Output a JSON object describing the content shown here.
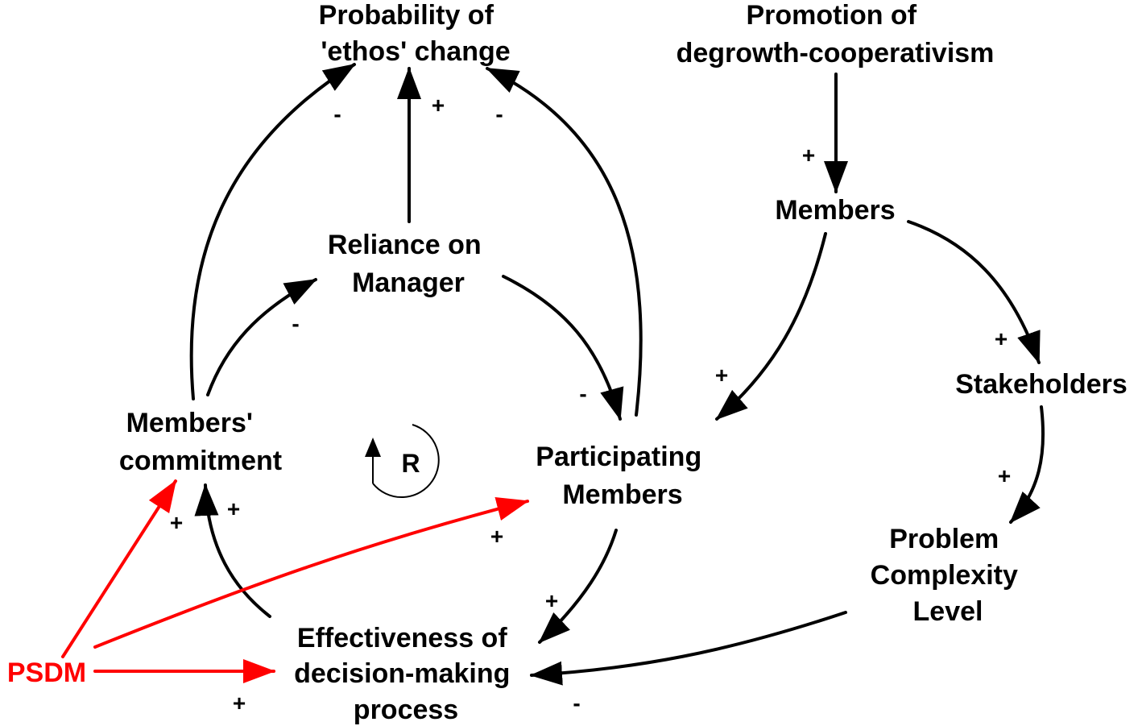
{
  "nodes": {
    "probability": {
      "line1": "Probability of",
      "line2": "'ethos' change"
    },
    "promotion": {
      "line1": "Promotion of",
      "line2": "degrowth-cooperativism"
    },
    "members": {
      "line1": "Members"
    },
    "reliance": {
      "line1": "Reliance on",
      "line2": "Manager"
    },
    "commitment": {
      "line1": "Members'",
      "line2": "commitment"
    },
    "participating": {
      "line1": "Participating",
      "line2": "Members"
    },
    "stakeholders": {
      "line1": "Stakeholders"
    },
    "complexity": {
      "line1": "Problem",
      "line2": "Complexity",
      "line3": "Level"
    },
    "effectiveness": {
      "line1": "Effectiveness of",
      "line2": "decision-making",
      "line3": "process"
    },
    "psdm": {
      "line1": "PSDM"
    }
  },
  "polarities": {
    "commitment_to_probability": "-",
    "reliance_to_probability": "+",
    "participating_to_probability": "-",
    "promotion_to_members": "+",
    "commitment_to_reliance": "-",
    "reliance_to_participating": "-",
    "members_to_participating": "+",
    "members_to_stakeholders": "+",
    "stakeholders_to_complexity": "+",
    "psdm_to_commitment": "+",
    "effectiveness_to_commitment": "+",
    "psdm_to_participating": "+",
    "participating_to_effectiveness": "+",
    "psdm_to_effectiveness": "+",
    "complexity_to_effectiveness": "-"
  },
  "loop": {
    "label": "R"
  },
  "colors": {
    "default": "#000000",
    "policy": "#ff0000"
  }
}
